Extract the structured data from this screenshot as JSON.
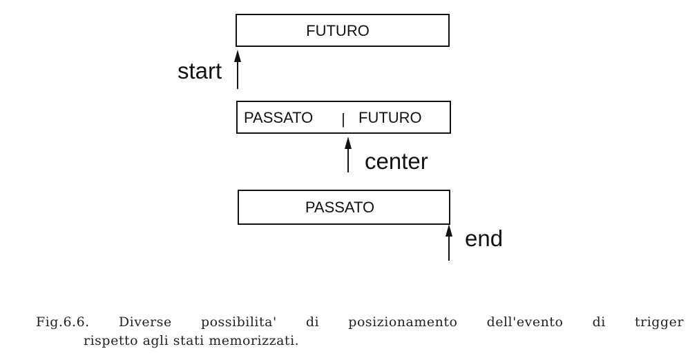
{
  "diagram": {
    "box_future": "FUTURO",
    "box_mixed_past": "PASSATO",
    "box_mixed_sep": "|",
    "box_mixed_future": "FUTURO",
    "box_past": "PASSATO",
    "label_start": "start",
    "label_center": "center",
    "label_end": "end"
  },
  "caption": {
    "line1": [
      "Fig.6.6.",
      "Diverse",
      "possibilita'",
      "di",
      "posizionamento",
      "dell'evento",
      "di",
      "trigger"
    ],
    "line2": "rispetto agli stati memorizzati."
  }
}
